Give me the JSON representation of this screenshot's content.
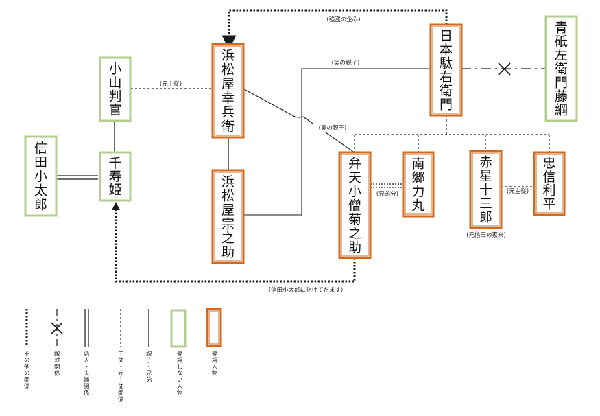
{
  "colors": {
    "appearing": "#d2691e",
    "not_appearing": "#b3cc8f",
    "line": "#1a1a1a"
  },
  "nodes": {
    "oyama_hangan": {
      "label": "小山判官",
      "kind": "not_appearing"
    },
    "shinoda_kotaro": {
      "label": "信田小太郎",
      "kind": "not_appearing"
    },
    "senju_hime": {
      "label": "千寿姫",
      "kind": "not_appearing"
    },
    "hamamatsuya_kohei": {
      "label": "浜松屋幸兵衛",
      "kind": "appearing"
    },
    "hamamatsuya_sonosuke": {
      "label": "浜松屋宗之助",
      "kind": "appearing"
    },
    "nippon_daemon": {
      "label": "日本駄右衛門",
      "kind": "appearing"
    },
    "aoto_fujitsuna": {
      "label": "青砥左衛門藤綱",
      "kind": "not_appearing"
    },
    "benten_kozo": {
      "label": "弁天小僧菊之助",
      "kind": "appearing"
    },
    "nango_rikimaru": {
      "label": "南郷力丸",
      "kind": "appearing"
    },
    "akaboshi_juzaburo": {
      "label": "赤星十三郎",
      "kind": "appearing"
    },
    "tadanobu_rihei": {
      "label": "忠信利平",
      "kind": "appearing"
    }
  },
  "edge_labels": {
    "goto_plot": "(強盗の企み)",
    "former_master_1": "(元主従)",
    "real_parent_1": "(実の親子)",
    "real_parent_2": "(実の親子)",
    "sworn_brothers": "(兄弟分)",
    "former_master_2": "(元主従)",
    "former_retainer": "(元信田の家来)",
    "disguise": "(信田小太郎に化けてだます)"
  },
  "legend": {
    "other": "その他の関係",
    "enemy": "敵対関係",
    "lovers": "恋人・夫婦関係",
    "master": "主従・元主従関係",
    "parent": "親子・兄弟",
    "not_appearing": "登場しない人物",
    "appearing": "登場人物"
  }
}
